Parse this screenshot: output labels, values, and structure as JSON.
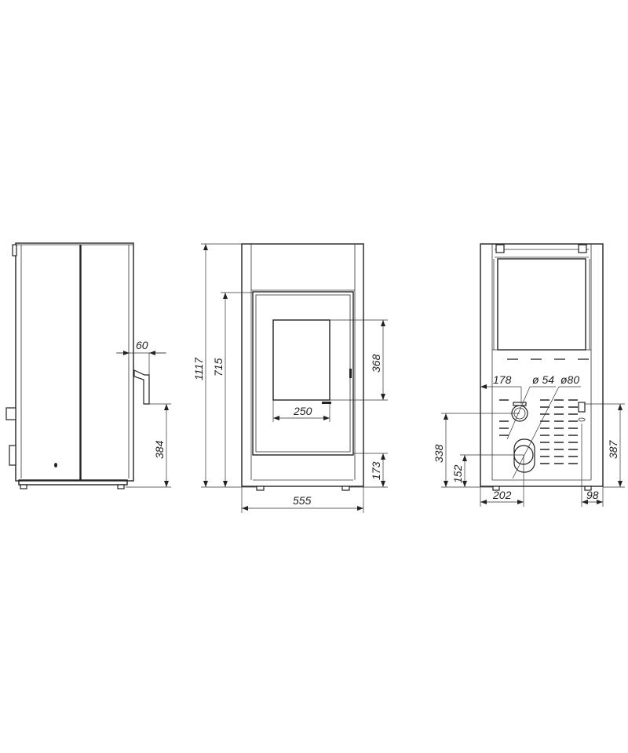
{
  "views": {
    "side": {
      "dims": {
        "handle_depth": "60",
        "handle_height": "384"
      }
    },
    "front": {
      "dims": {
        "total_height": "1117",
        "door_height": "715",
        "window_height": "368",
        "window_width": "250",
        "base_height": "173",
        "total_width": "555"
      }
    },
    "back": {
      "dims": {
        "air_inlet_offset": "178",
        "air_inlet_diameter": "ø 54",
        "flue_diameter": "ø80",
        "air_inlet_height": "338",
        "flue_height": "152",
        "flue_offset": "202",
        "socket_offset": "98",
        "socket_height": "387"
      }
    }
  }
}
